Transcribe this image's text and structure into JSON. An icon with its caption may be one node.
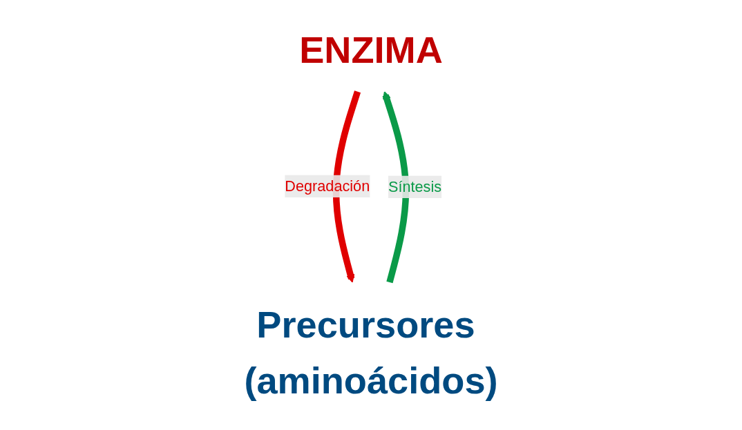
{
  "diagram": {
    "nodes": [
      {
        "text": [
          "ENZIMA"
        ]
      },
      {
        "text": [
          "Precursores (aminoácidos)"
        ]
      }
    ],
    "edges": [
      {
        "from": 1,
        "to": 0,
        "arrow": "to",
        "label": "Síntesis",
        "color": "#0a9a48"
      },
      {
        "from": 0,
        "to": 1,
        "arrow": "to",
        "label": "Degradación",
        "color": "#e00000"
      }
    ]
  }
}
